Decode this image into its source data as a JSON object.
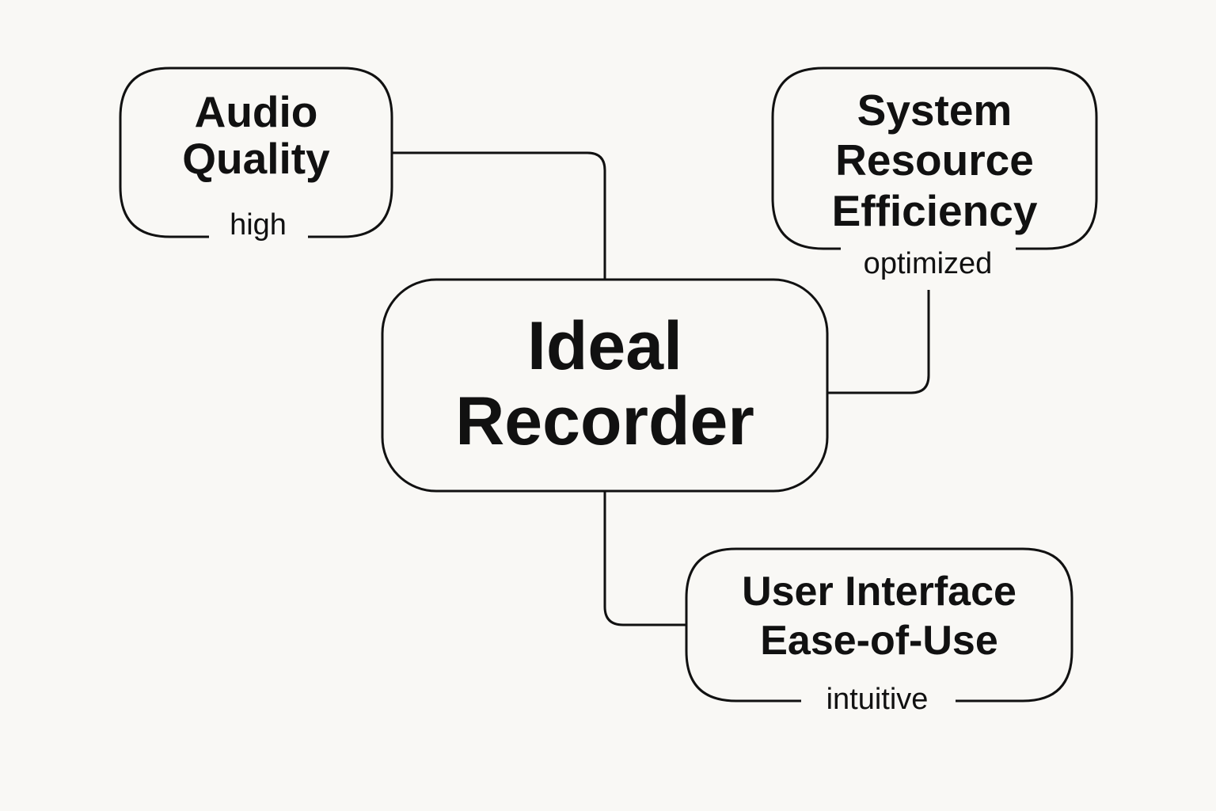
{
  "diagram": {
    "center": {
      "title_line1": "Ideal",
      "title_line2": "Recorder"
    },
    "nodes": [
      {
        "id": "audio-quality",
        "title_line1": "Audio",
        "title_line2": "Quality",
        "title_line3": "",
        "value": "high"
      },
      {
        "id": "system-resource-efficiency",
        "title_line1": "System",
        "title_line2": "Resource",
        "title_line3": "Efficiency",
        "value": "optimized"
      },
      {
        "id": "user-interface-ease-of-use",
        "title_line1": "User Interface",
        "title_line2": "Ease-of-Use",
        "title_line3": "",
        "value": "intuitive"
      }
    ],
    "edges": [
      {
        "from": "center",
        "to": "audio-quality"
      },
      {
        "from": "center",
        "to": "system-resource-efficiency"
      },
      {
        "from": "center",
        "to": "user-interface-ease-of-use"
      }
    ],
    "colors": {
      "background": "#f9f8f5",
      "stroke": "#111111",
      "text": "#111111"
    }
  }
}
